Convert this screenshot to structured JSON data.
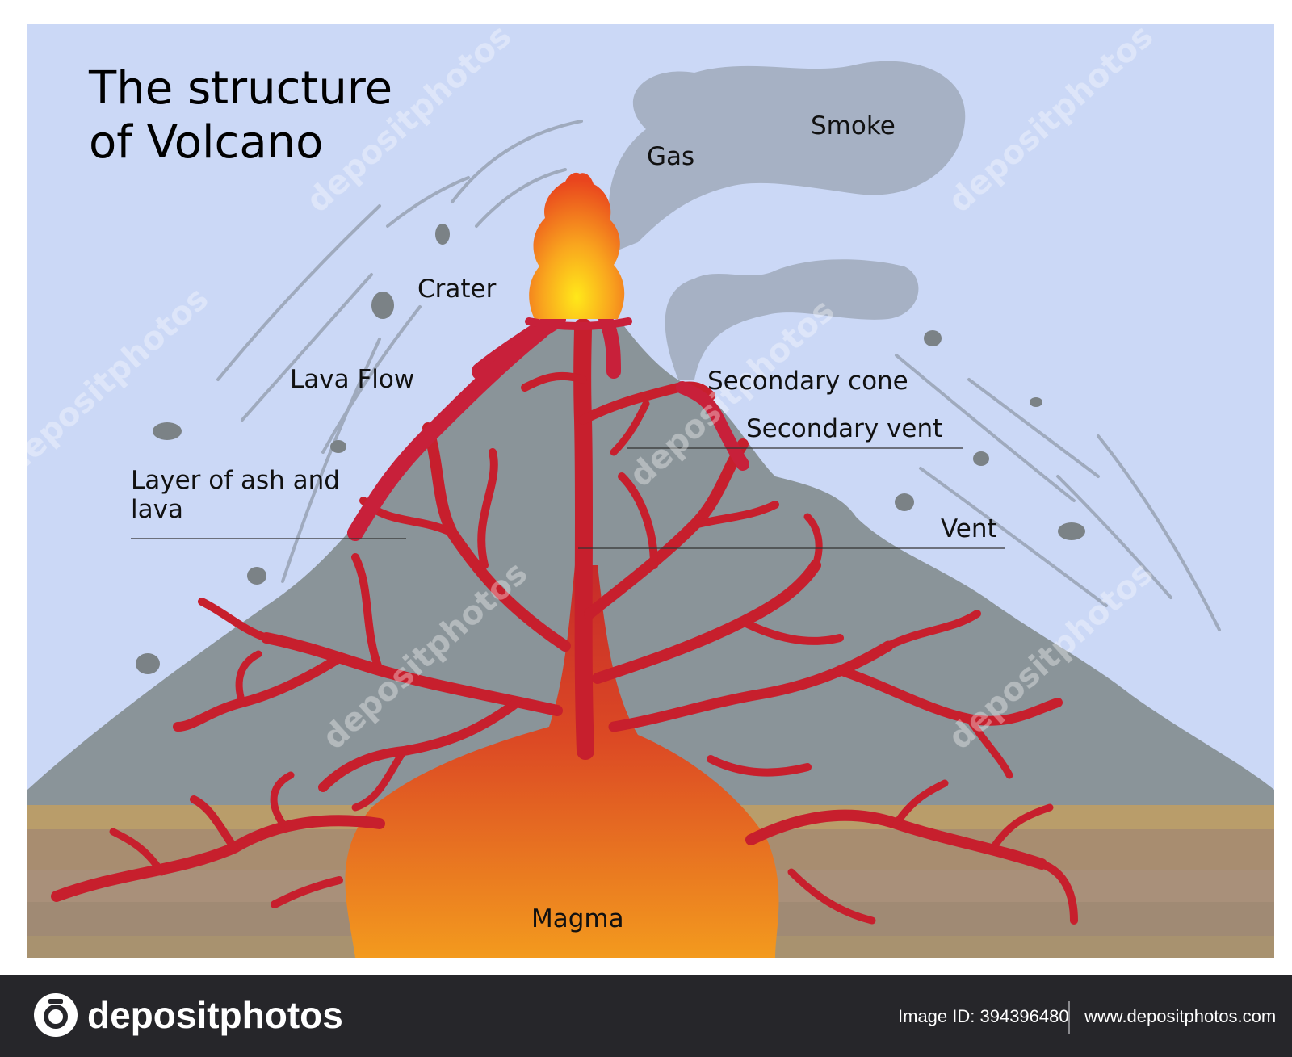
{
  "title": {
    "line1": "The structure",
    "line2": "of  Volcano"
  },
  "labels": {
    "smoke": "Smoke",
    "gas": "Gas",
    "crater": "Crater",
    "lava_flow": "Lava Flow",
    "secondary_cone": "Secondary cone",
    "secondary_vent": "Secondary vent",
    "layer_line1": "Layer of ash and",
    "layer_line2": "lava",
    "vent": "Vent",
    "magma": "Magma"
  },
  "footer": {
    "brand": "depositphotos",
    "image_id": "Image ID: 394396480",
    "site": "www.depositphotos.com"
  },
  "colors": {
    "sky": "#cbd8f6",
    "mountain": "#8a9499",
    "lava": "#c71f2d",
    "magma_top": "#c92a2a",
    "magma_bottom": "#f08a1e",
    "smoke": "#a6b1c4",
    "ground_light": "#b99d6a",
    "ground_dark": "#a08572",
    "footer": "#26262a"
  },
  "watermark_text": "depositphotos"
}
